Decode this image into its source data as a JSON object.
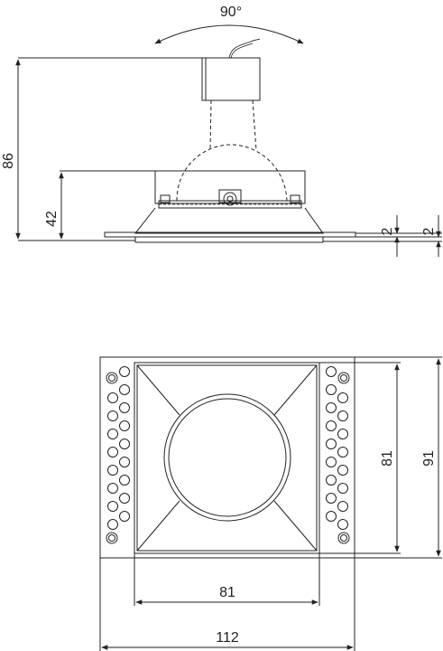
{
  "side_view": {
    "rotation_label": "90°",
    "dim_height_total": "86",
    "dim_height_body": "42",
    "dim_flange_a": "2",
    "dim_flange_b": "2"
  },
  "top_view": {
    "dim_inner_width": "81",
    "dim_inner_height": "81",
    "dim_outer_width": "112",
    "dim_outer_height": "91"
  },
  "colors": {
    "line": "#222222",
    "background": "#ffffff"
  }
}
